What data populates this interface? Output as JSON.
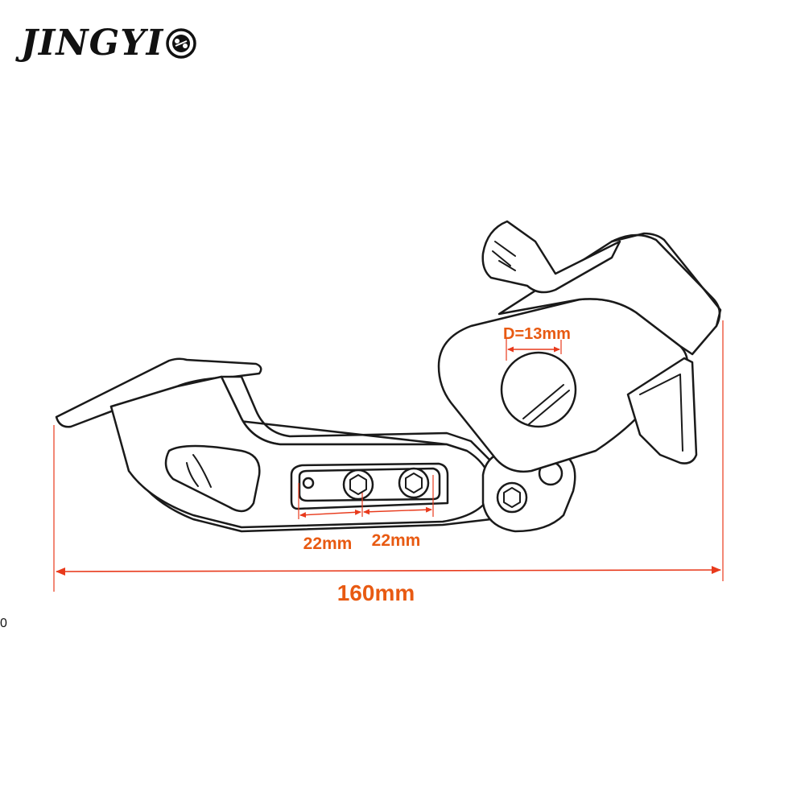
{
  "brand": {
    "name": "JINGYI",
    "logo_icon": "chain-link-icon"
  },
  "dimensions": {
    "overall_length": "160mm",
    "hole_spacing_1": "22mm",
    "hole_spacing_2": "22mm",
    "bore_diameter": "D=13mm"
  },
  "edge_fragment": "0",
  "colors": {
    "dimension": "#e83a1c",
    "label": "#e85a12",
    "outline": "#1a1a1a"
  }
}
